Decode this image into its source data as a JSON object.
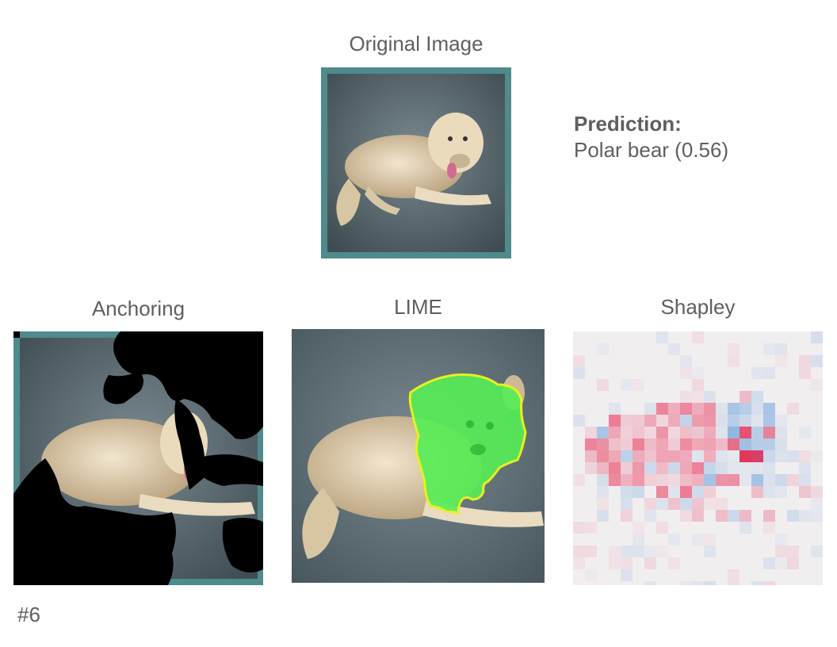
{
  "original": {
    "title": "Original Image"
  },
  "prediction": {
    "label": "Prediction:",
    "value": "Polar bear (0.56)"
  },
  "panels": {
    "anchoring": {
      "title": "Anchoring"
    },
    "lime": {
      "title": "LIME"
    },
    "shapley": {
      "title": "Shapley"
    }
  },
  "figure_number": "#6",
  "colors": {
    "frame_teal": "#4f8a8c",
    "background_gray": "#5a6a70",
    "lime_highlight": "#55ee55",
    "lime_outline": "#e8f020",
    "shapley_positive": "#e8204a",
    "shapley_negative": "#4a90d8"
  }
}
